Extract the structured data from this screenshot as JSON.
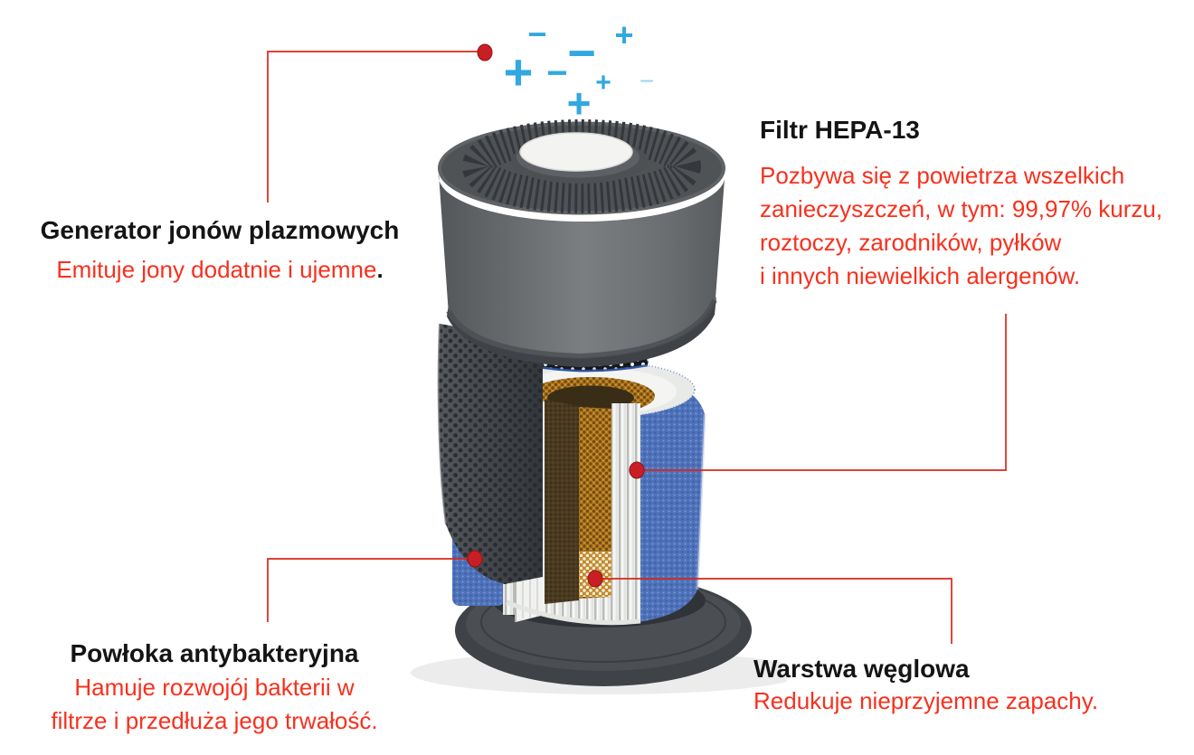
{
  "illustration": {
    "name": "air-purifier-exploded-view"
  },
  "colors": {
    "heading_text": "#141414",
    "red_text": "#f8301d",
    "callout_red": "#d7281b",
    "callout_dot": "#c81f25",
    "ion_blue": "#31a8e0"
  },
  "labels": {
    "generator": {
      "heading": "Generator jonów plazmowych",
      "body": "Emituje jony dodatnie i ujemne",
      "period": "."
    },
    "hepa": {
      "heading": "Filtr HEPA-13",
      "lines": [
        "Pozbywa się z powietrza wszelkich",
        "zanieczyszczeń, w tym: 99,97% kurzu,",
        "roztoczy, zarodników, pyłków",
        "i innych niewielkich alergenów."
      ]
    },
    "antibacterial": {
      "heading": "Powłoka antybakteryjna",
      "lines": [
        "Hamuje rozwojój bakterii w",
        "filtrze i przedłuża jego trwałość."
      ]
    },
    "carbon": {
      "heading": "Warstwa węglowa",
      "body": "Redukuje nieprzyjemne zapachy."
    }
  },
  "ions": {
    "list": [
      {
        "char": "−"
      },
      {
        "char": "+"
      },
      {
        "char": "−"
      },
      {
        "char": "+"
      },
      {
        "char": "−"
      },
      {
        "char": "+"
      },
      {
        "char": "−"
      },
      {
        "char": "+"
      }
    ]
  }
}
